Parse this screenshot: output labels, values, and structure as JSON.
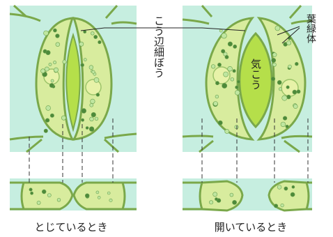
{
  "labels": {
    "guard_cell": "こう辺細ぼう",
    "chloroplast": "葉緑体",
    "stoma": "気こう",
    "closed_caption": "とじているとき",
    "open_caption": "開いているとき"
  },
  "colors": {
    "tissue_bg": "#c6eee0",
    "cell_wall": "#7aa84a",
    "guard_cell_fill": "#d8ec9e",
    "stoma_fill": "#b5df4a",
    "chloroplast_fill": "#bfe6a0",
    "chloroplast_dark": "#4d8a3a",
    "nucleus": "#e7f2a8",
    "line": "#333333"
  }
}
